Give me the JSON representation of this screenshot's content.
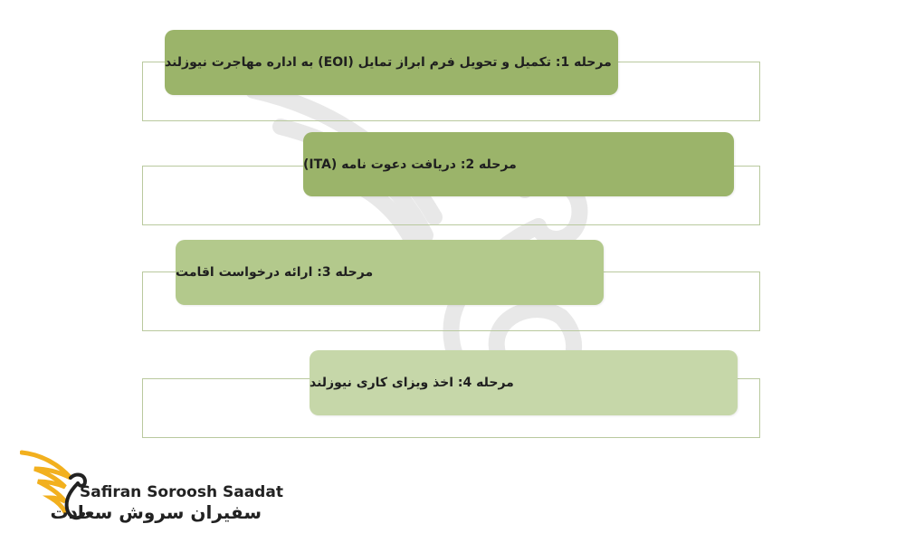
{
  "steps": [
    {
      "label": "مرحله 1: تکمیل و تحویل فرم ابراز تمایل (EOI) به اداره مهاجرت نیوزلند",
      "fill": "#9bb46a"
    },
    {
      "label": "مرحله 2: دریافت دعوت نامه (ITA)",
      "fill": "#9bb46a"
    },
    {
      "label": "مرحله 3: ارائه درخواست اقامت",
      "fill": "#b3c98c"
    },
    {
      "label": "مرحله 4: اخذ ویزای کاری نیوزلند",
      "fill": "#c6d7a9"
    }
  ],
  "logo": {
    "english": "Safiran Soroosh Saadat",
    "persian": "سفیران سروش سعادت",
    "icon": "golden-wing-swan-icon"
  },
  "colors": {
    "outline": "#b9c99e",
    "logo_gold": "#f2b01e",
    "text": "#1f1f1f"
  }
}
